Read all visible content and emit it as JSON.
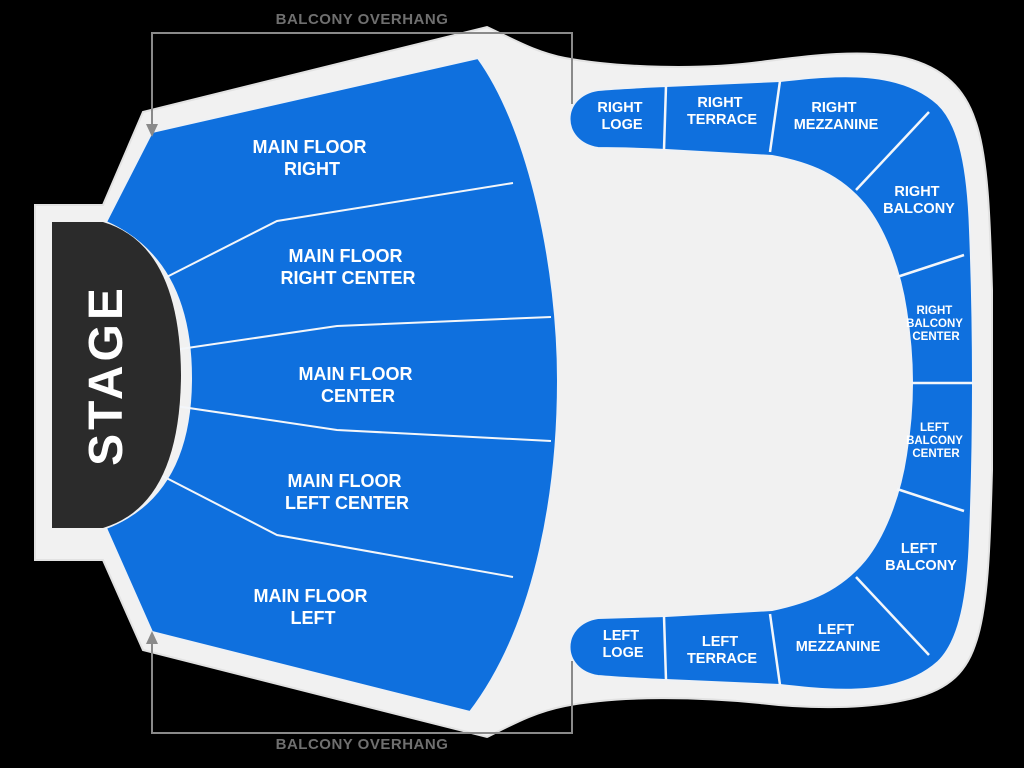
{
  "colors": {
    "background": "#000000",
    "venue": "#f1f1f1",
    "section": "#0f70de",
    "stage": "#2b2b2b",
    "section_label": "#ffffff",
    "annotation": "#6f6f6f",
    "bracket": "#8a8a8a"
  },
  "stage": {
    "label": "STAGE"
  },
  "annotations": {
    "top": "BALCONY OVERHANG",
    "bottom": "BALCONY OVERHANG"
  },
  "sections": {
    "main_floor_right": {
      "lines": [
        "MAIN FLOOR",
        "RIGHT"
      ]
    },
    "main_floor_right_center": {
      "lines": [
        "MAIN FLOOR",
        "RIGHT CENTER"
      ]
    },
    "main_floor_center": {
      "lines": [
        "MAIN FLOOR",
        "CENTER"
      ]
    },
    "main_floor_left_center": {
      "lines": [
        "MAIN FLOOR",
        "LEFT CENTER"
      ]
    },
    "main_floor_left": {
      "lines": [
        "MAIN FLOOR",
        "LEFT"
      ]
    },
    "right_loge": {
      "lines": [
        "RIGHT",
        "LOGE"
      ]
    },
    "right_terrace": {
      "lines": [
        "RIGHT",
        "TERRACE"
      ]
    },
    "right_mezzanine": {
      "lines": [
        "RIGHT",
        "MEZZANINE"
      ]
    },
    "right_balcony": {
      "lines": [
        "RIGHT",
        "BALCONY"
      ]
    },
    "right_balcony_center": {
      "lines": [
        "RIGHT",
        "BALCONY",
        "CENTER"
      ]
    },
    "left_balcony_center": {
      "lines": [
        "LEFT",
        "BALCONY",
        "CENTER"
      ]
    },
    "left_balcony": {
      "lines": [
        "LEFT",
        "BALCONY"
      ]
    },
    "left_mezzanine": {
      "lines": [
        "LEFT",
        "MEZZANINE"
      ]
    },
    "left_terrace": {
      "lines": [
        "LEFT",
        "TERRACE"
      ]
    },
    "left_loge": {
      "lines": [
        "LEFT",
        "LOGE"
      ]
    }
  }
}
